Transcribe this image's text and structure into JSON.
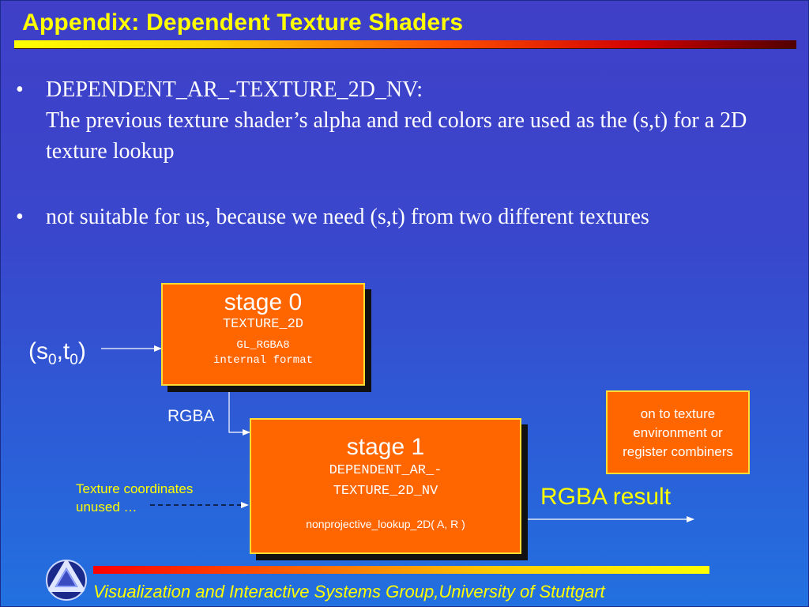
{
  "slide": {
    "title": "Appendix: Dependent Texture Shaders",
    "bullets": [
      {
        "marker": "•",
        "line1": "DEPENDENT_AR_-TEXTURE_2D_NV:",
        "line2": "The previous texture shader’s alpha and red colors are used as the (s,t) for a 2D texture lookup"
      },
      {
        "marker": "•",
        "line1": "not suitable for us, because we need (s,t) from two different textures"
      }
    ]
  },
  "diagram": {
    "stage0": {
      "title": "stage 0",
      "mode": "TEXTURE_2D",
      "format_line1": "GL_RGBA8",
      "format_line2": "internal format"
    },
    "stage1": {
      "title": "stage 1",
      "mode_line1": "DEPENDENT_AR_-",
      "mode_line2": "TEXTURE_2D_NV",
      "lookup": "nonprojective_lookup_2D( A, R )"
    },
    "input_label": {
      "base1": "(s",
      "sub1": "0",
      "sep": ",t",
      "sub2": "0",
      "end": ")"
    },
    "rgba_label": "RGBA",
    "texcoord_label_line1": "Texture coordinates",
    "texcoord_label_line2": "unused …",
    "result_label": "RGBA result",
    "note_box": {
      "line1": "on to texture",
      "line2": "environment or",
      "line3": "register combiners"
    }
  },
  "footer": {
    "text": "Visualization and Interactive Systems Group,University of Stuttgart",
    "logo_icon": "vis-group-logo-icon"
  },
  "colors": {
    "title": "#ffff00",
    "box_fill": "#ff6600",
    "box_border": "#ffdd33",
    "background_top": "#3f3fc8",
    "background_bottom": "#2271e0"
  }
}
